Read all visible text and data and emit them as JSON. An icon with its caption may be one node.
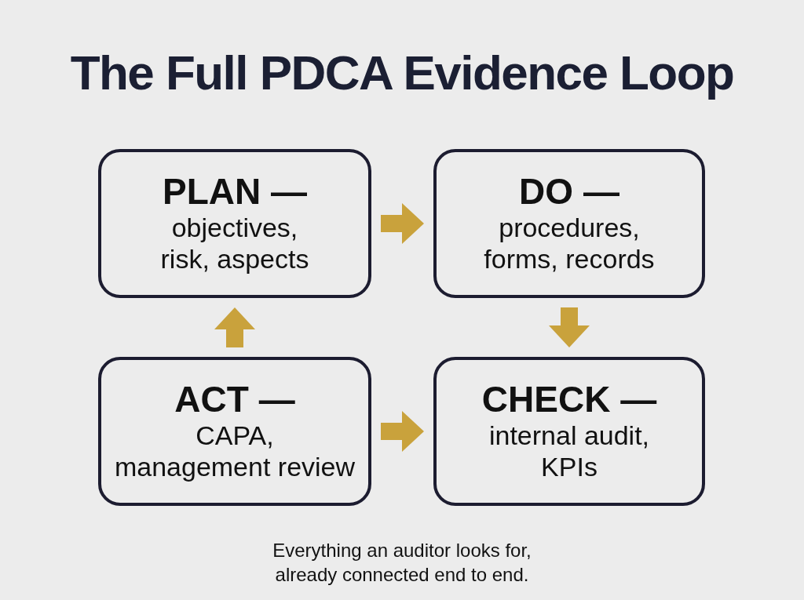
{
  "diagram": {
    "title": "The Full PDCA Evidence Loop",
    "nodes": [
      {
        "text": [
          "PLAN —",
          "objectives, risk, aspects"
        ]
      },
      {
        "text": [
          "DO —",
          "procedures, forms, records"
        ]
      },
      {
        "text": [
          "ACT —",
          "CAPA, management review"
        ]
      },
      {
        "text": [
          "CHECK —",
          "internal audit, KPIs"
        ]
      }
    ],
    "edges": [
      {
        "from": 0,
        "to": 1,
        "arrow": "to"
      },
      {
        "from": 1,
        "to": 3,
        "arrow": "to"
      },
      {
        "from": 2,
        "to": 3,
        "arrow": "to"
      },
      {
        "from": 2,
        "to": 0,
        "arrow": "to"
      }
    ],
    "caption": "Everything an auditor looks for, already connected end to end."
  }
}
